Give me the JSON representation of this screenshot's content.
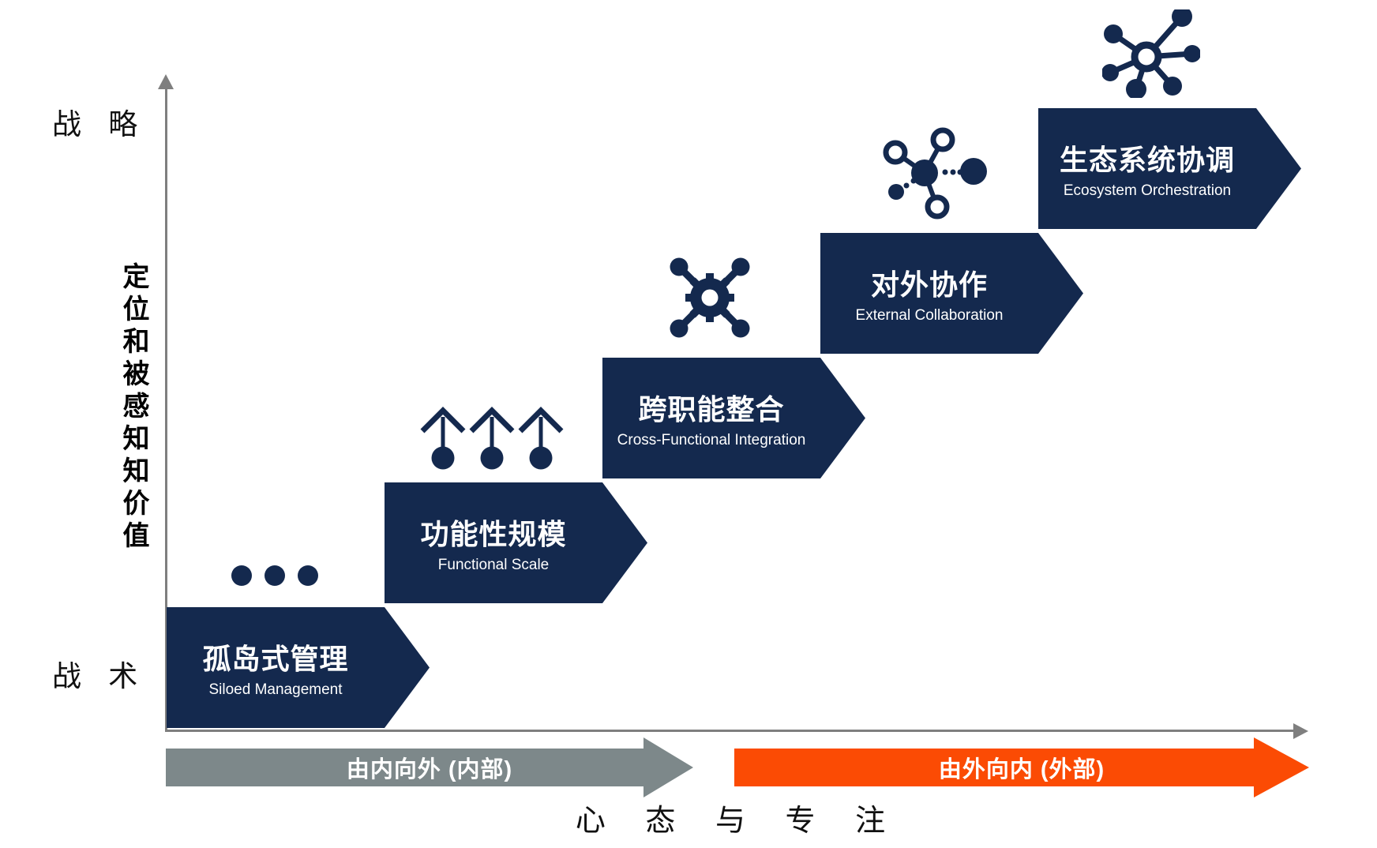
{
  "colors": {
    "navy": "#14294E",
    "orange": "#FB4B04",
    "gray": "#7D888A",
    "axis": "#7F7F7F",
    "text": "#111111"
  },
  "y_axis": {
    "top_label": "战 略",
    "bottom_label": "战 术",
    "title": "定位和被感知知价值"
  },
  "x_axis": {
    "title": "心 态 与 专 注"
  },
  "bands": [
    {
      "label": "由内向外 (内部)",
      "color_key": "gray"
    },
    {
      "label": "由外向内 (外部)",
      "color_key": "orange"
    }
  ],
  "steps": [
    {
      "title": "孤岛式管理",
      "subtitle": "Siloed Management",
      "icon": "ellipsis-dots-icon"
    },
    {
      "title": "功能性规模",
      "subtitle": "Functional Scale",
      "icon": "growth-arrows-icon"
    },
    {
      "title": "跨职能整合",
      "subtitle": "Cross-Functional Integration",
      "icon": "gear-network-icon"
    },
    {
      "title": "对外协作",
      "subtitle": "External Collaboration",
      "icon": "molecule-network-icon"
    },
    {
      "title": "生态系统协调",
      "subtitle": "Ecosystem Orchestration",
      "icon": "hub-spoke-network-icon"
    }
  ]
}
